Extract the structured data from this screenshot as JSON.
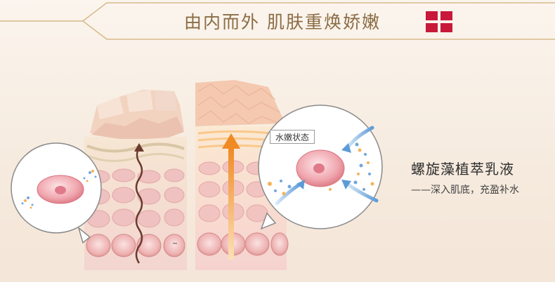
{
  "header": {
    "title": "由内而外 肌肤重焕娇嫩"
  },
  "illustration": {
    "callout_label": "水嫩状态"
  },
  "product": {
    "headline": "螺旋藻植萃乳液",
    "subline": "——深入肌底，充盈补水"
  },
  "colors": {
    "title": "#8c6d45",
    "badge_red": "#c8193a",
    "arrow_orange": "#f08a24",
    "arrow_brown": "#6b3a2e",
    "cell_pink": "#e9a6a6",
    "flow_blue": "#6fa8dc"
  }
}
